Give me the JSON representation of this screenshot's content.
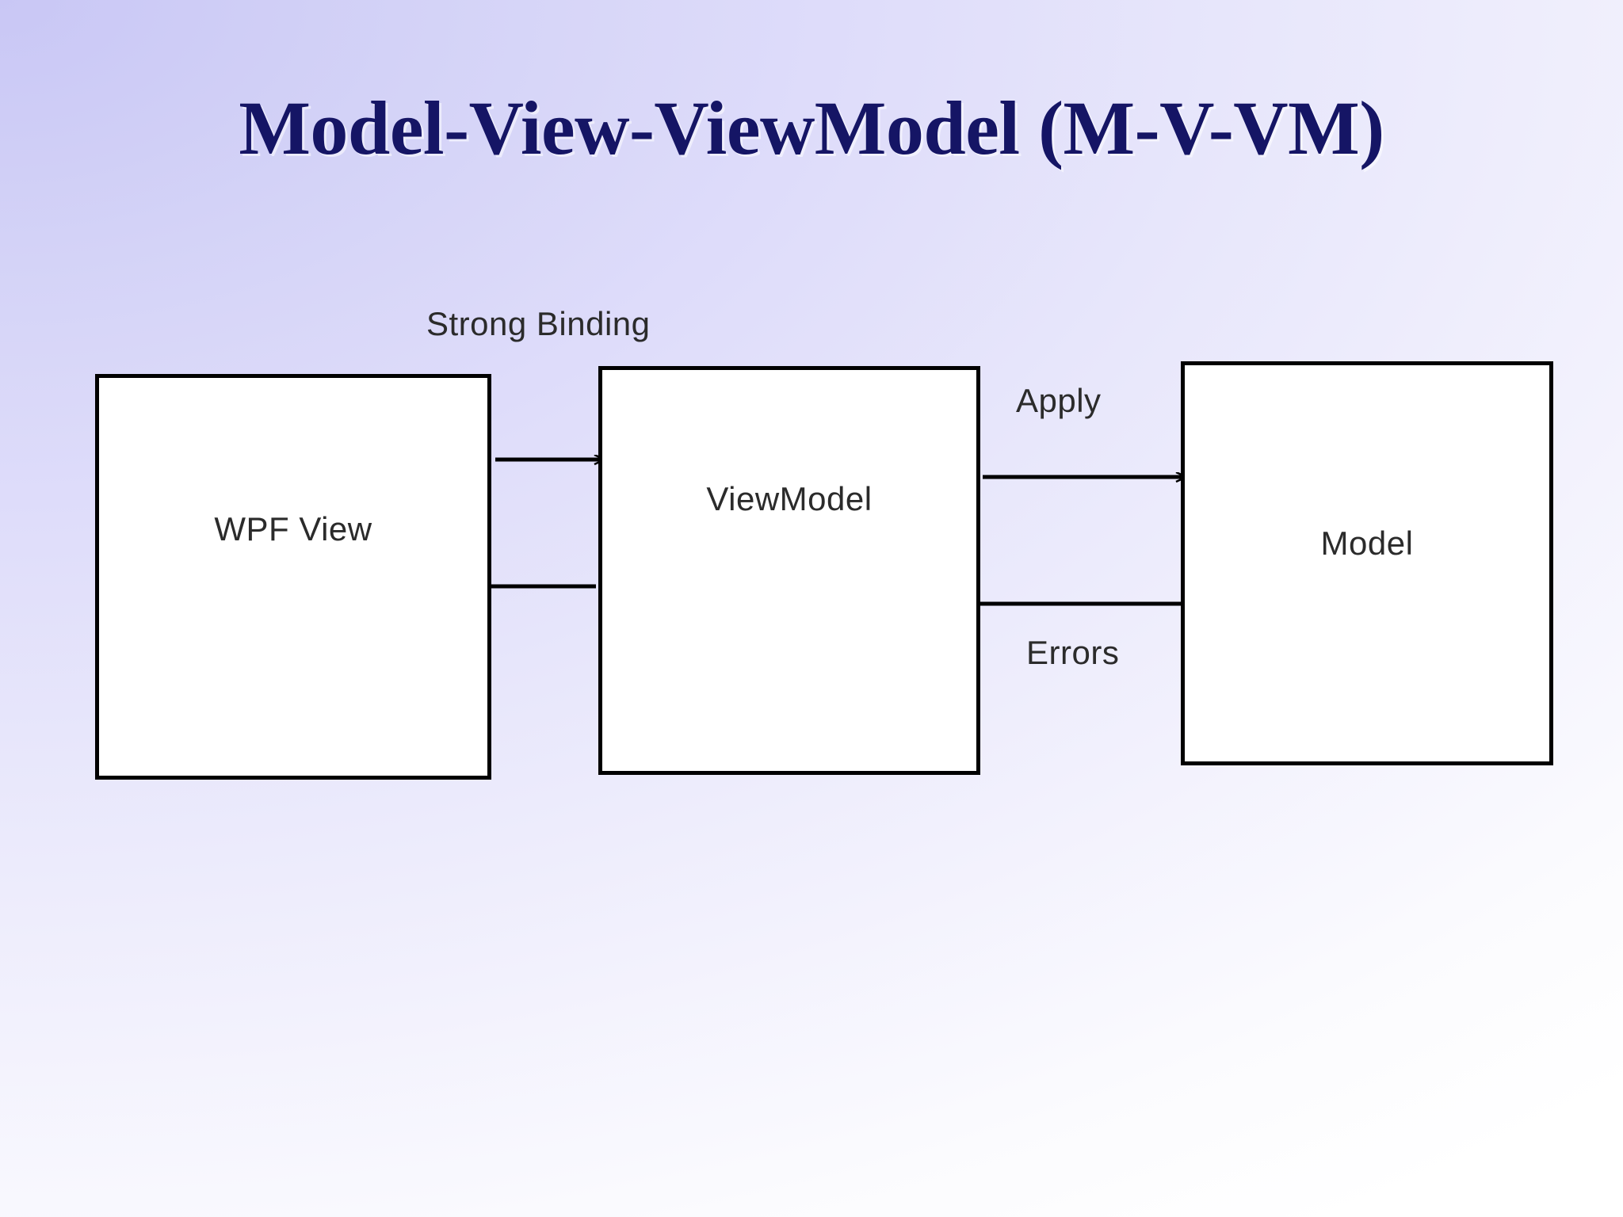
{
  "slide": {
    "title": "Model-View-ViewModel (M-V-VM)",
    "title_color": "#151565",
    "background_top_left": "#c9c7f5",
    "background_bottom_right": "#ffffff"
  },
  "diagram": {
    "type": "flow-diagram",
    "node_border_color": "#000000",
    "node_fill_color": "#ffffff",
    "text_color": "#2b2b2b",
    "nodes": [
      {
        "id": "view",
        "label": "WPF View"
      },
      {
        "id": "viewmodel",
        "label": "ViewModel"
      },
      {
        "id": "model",
        "label": "Model"
      }
    ],
    "edges": [
      {
        "id": "view-to-viewmodel",
        "from": "view",
        "to": "viewmodel",
        "direction": "right",
        "label": "Strong Binding"
      },
      {
        "id": "viewmodel-to-view",
        "from": "viewmodel",
        "to": "view",
        "direction": "left",
        "label": ""
      },
      {
        "id": "viewmodel-to-model",
        "from": "viewmodel",
        "to": "model",
        "direction": "right",
        "label": "Apply"
      },
      {
        "id": "model-to-viewmodel",
        "from": "model",
        "to": "viewmodel",
        "direction": "left",
        "label": "Errors"
      }
    ],
    "labels": {
      "strong_binding": "Strong Binding",
      "apply": "Apply",
      "errors": "Errors"
    }
  }
}
